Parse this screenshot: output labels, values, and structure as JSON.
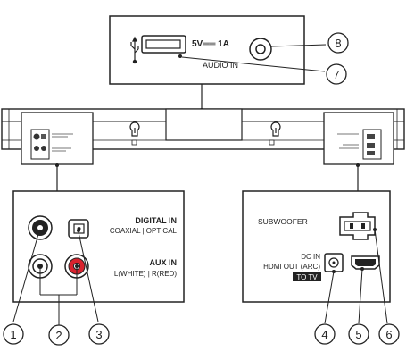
{
  "top_panel": {
    "usb_icon": "usb-icon",
    "voltage_label": "5V══ 1A",
    "audio_in_label": "AUDIO IN"
  },
  "left_panel": {
    "digital_in_label": "DIGITAL IN",
    "coaxial_optical_label": "COAXIAL | OPTICAL",
    "aux_in_label": "AUX IN",
    "aux_channels_label": "L(WHITE) | R(RED)"
  },
  "right_panel": {
    "subwoofer_label": "SUBWOOFER",
    "dc_in_label": "DC IN",
    "hdmi_out_label": "HDMI OUT (ARC)",
    "to_tv_label": "TO TV"
  },
  "callouts": {
    "n1": "1",
    "n2": "2",
    "n3": "3",
    "n4": "4",
    "n5": "5",
    "n6": "6",
    "n7": "7",
    "n8": "8"
  },
  "colors": {
    "line": "#222222",
    "panel_fill": "#ffffff",
    "soundbar_fill": "#ffffff",
    "red_jack": "#d9232e",
    "to_tv_bg": "#222222",
    "to_tv_text": "#ffffff"
  }
}
